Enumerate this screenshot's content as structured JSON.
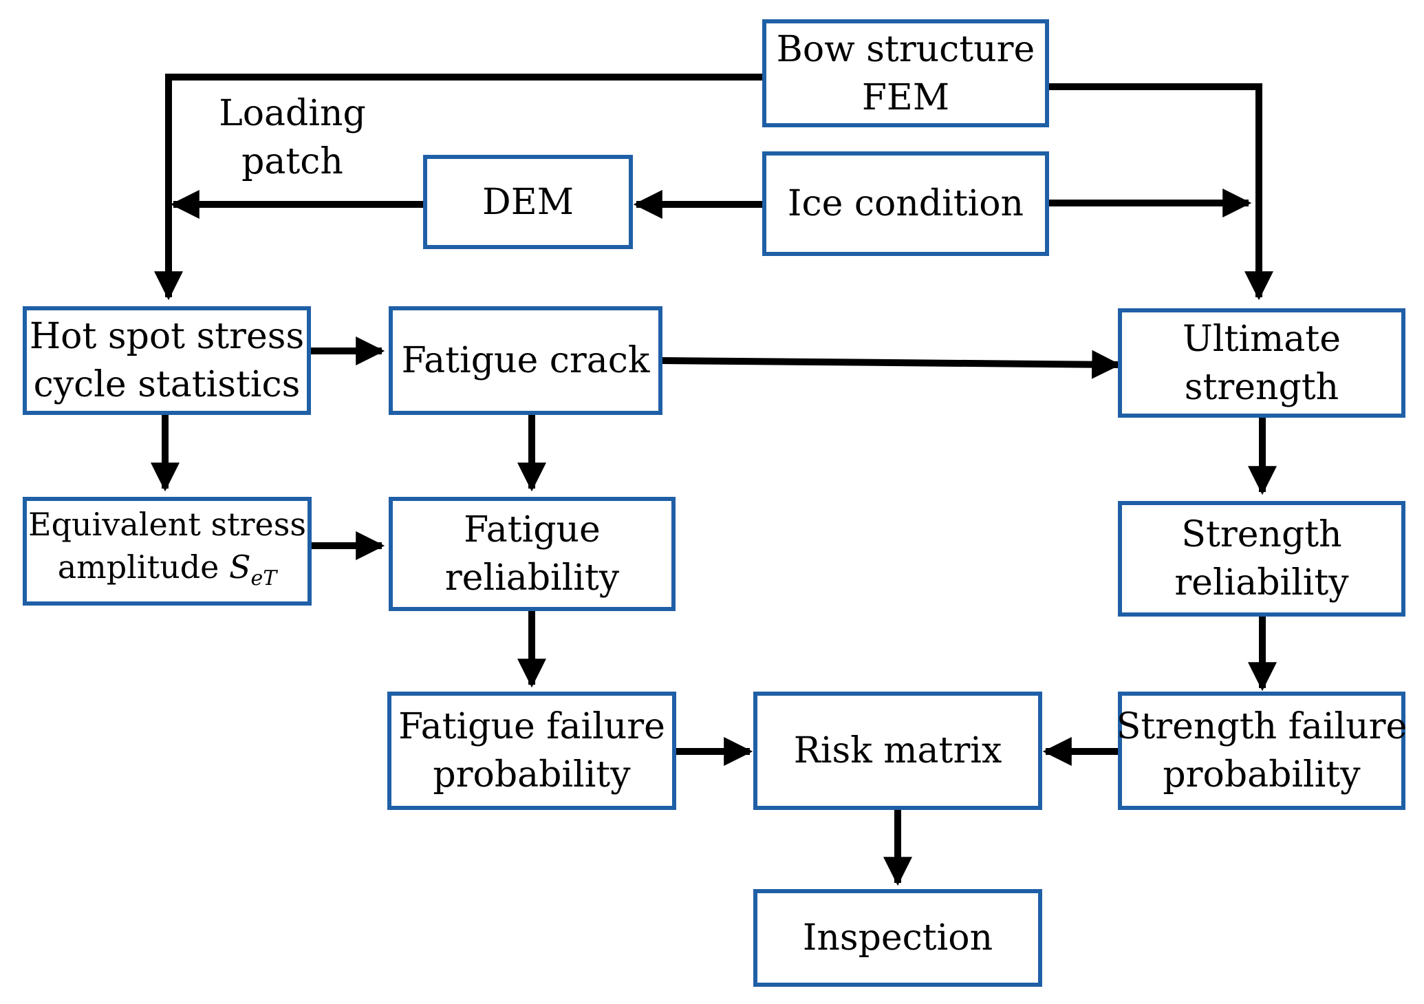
{
  "colors": {
    "box_border": "#1f5fa6",
    "arrow": "#000000",
    "text": "#000000",
    "background": "#ffffff"
  },
  "nodes": {
    "bow_fem": {
      "lines": [
        "Bow structure",
        "FEM"
      ]
    },
    "dem": {
      "lines": [
        "DEM"
      ]
    },
    "ice_condition": {
      "lines": [
        "Ice condition"
      ]
    },
    "hot_spot": {
      "lines": [
        "Hot spot stress",
        "cycle statistics"
      ]
    },
    "fatigue_crack": {
      "lines": [
        "Fatigue crack"
      ]
    },
    "ultimate_strength": {
      "lines": [
        "Ultimate",
        "strength"
      ]
    },
    "equivalent_stress": {
      "line1": "Equivalent stress",
      "line2_prefix": "amplitude ",
      "symbol": "S",
      "subscript": "eT"
    },
    "fatigue_reliability": {
      "lines": [
        "Fatigue",
        "reliability"
      ]
    },
    "strength_reliability": {
      "lines": [
        "Strength",
        "reliability"
      ]
    },
    "fatigue_failure": {
      "lines": [
        "Fatigue failure",
        "probability"
      ]
    },
    "risk_matrix": {
      "lines": [
        "Risk matrix"
      ]
    },
    "strength_failure": {
      "lines": [
        "Strength failure",
        "probability"
      ]
    },
    "inspection": {
      "lines": [
        "Inspection"
      ]
    }
  },
  "edge_label": {
    "lines": [
      "Loading",
      "patch"
    ]
  },
  "edges": [
    {
      "from": "bow_fem",
      "to": "hot_spot",
      "label": "Loading patch"
    },
    {
      "from": "bow_fem",
      "to": "ultimate_strength"
    },
    {
      "from": "ice_condition",
      "to": "dem"
    },
    {
      "from": "dem",
      "to": "hot_spot"
    },
    {
      "from": "ice_condition",
      "to": "ultimate_strength"
    },
    {
      "from": "hot_spot",
      "to": "fatigue_crack"
    },
    {
      "from": "hot_spot",
      "to": "equivalent_stress"
    },
    {
      "from": "fatigue_crack",
      "to": "ultimate_strength"
    },
    {
      "from": "fatigue_crack",
      "to": "fatigue_reliability"
    },
    {
      "from": "equivalent_stress",
      "to": "fatigue_reliability"
    },
    {
      "from": "ultimate_strength",
      "to": "strength_reliability"
    },
    {
      "from": "fatigue_reliability",
      "to": "fatigue_failure"
    },
    {
      "from": "strength_reliability",
      "to": "strength_failure"
    },
    {
      "from": "fatigue_failure",
      "to": "risk_matrix"
    },
    {
      "from": "strength_failure",
      "to": "risk_matrix"
    },
    {
      "from": "risk_matrix",
      "to": "inspection"
    }
  ]
}
